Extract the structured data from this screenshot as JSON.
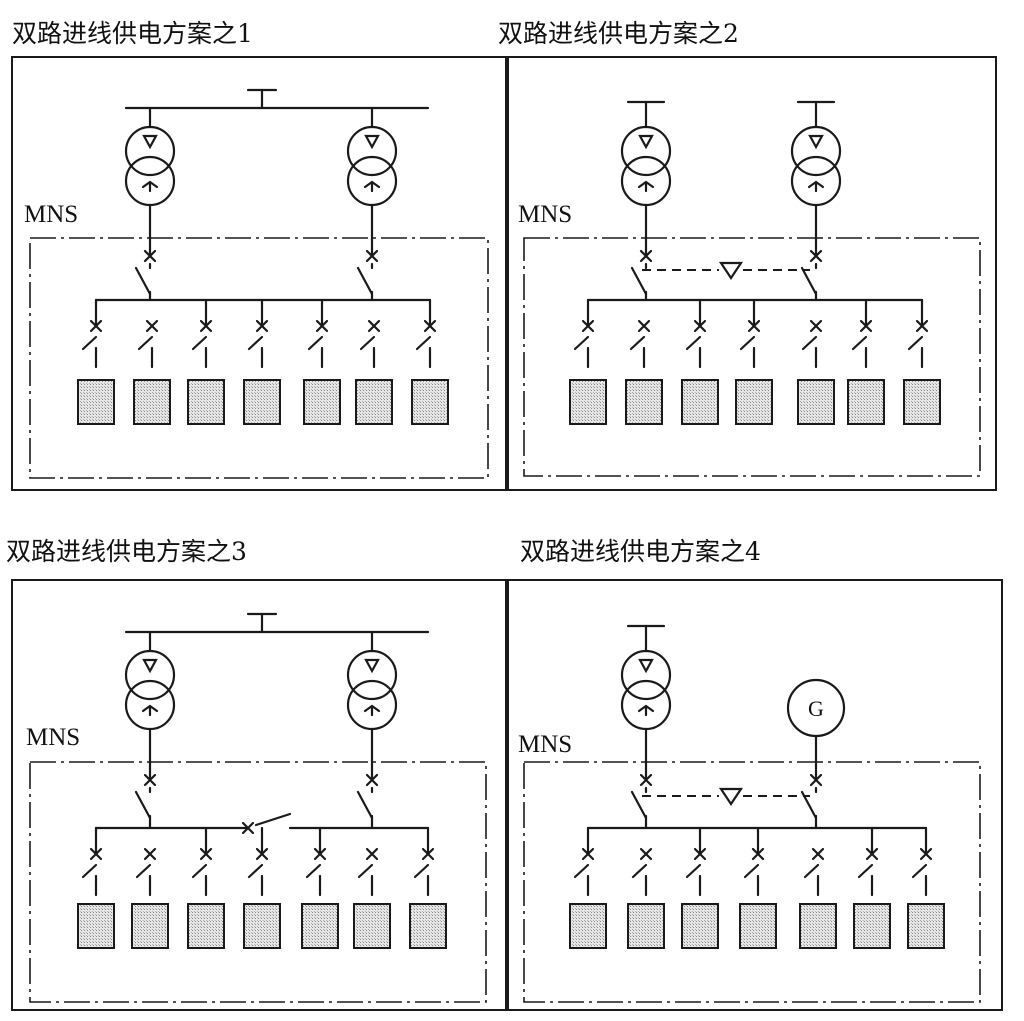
{
  "panels": [
    {
      "title": "双路进线供电方案之1",
      "cabinet_label": "MNS"
    },
    {
      "title": "双路进线供电方案之2",
      "cabinet_label": "MNS"
    },
    {
      "title": "双路进线供电方案之3",
      "cabinet_label": "MNS"
    },
    {
      "title": "双路进线供电方案之4",
      "cabinet_label": "MNS",
      "generator_label": "G"
    }
  ],
  "icons": {
    "transformer": "transformer-icon",
    "circuit_breaker": "circuit-breaker-icon",
    "load": "load-box-icon",
    "interlock": "interlock-triangle-icon",
    "generator": "generator-icon"
  }
}
